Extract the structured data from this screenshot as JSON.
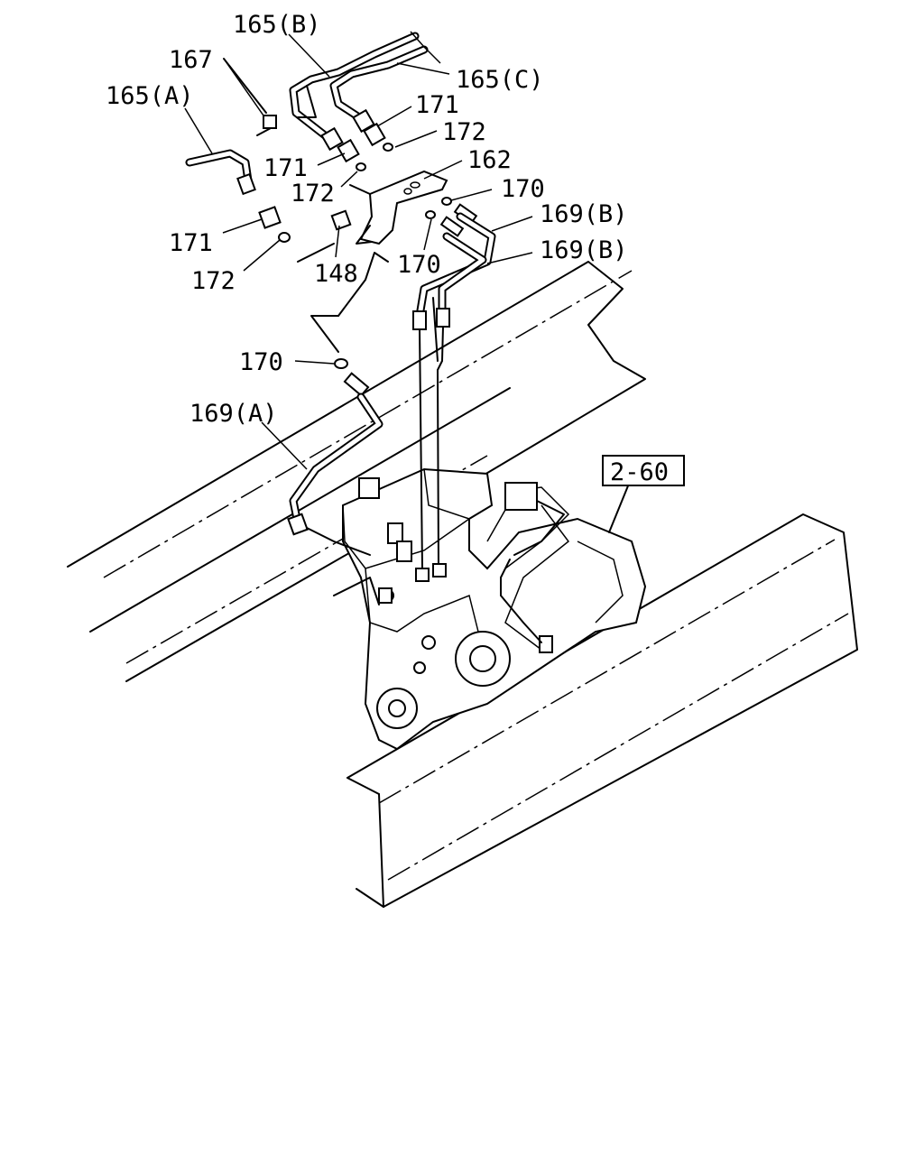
{
  "labels": {
    "p165b": "165(B)",
    "p167": "167",
    "p165c": "165(C)",
    "p165a": "165(A)",
    "p171_top": "171",
    "p172_top": "172",
    "p171_mid": "171",
    "p162": "162",
    "p172_mid": "172",
    "p170_top": "170",
    "p169b_1": "169(B)",
    "p169b_2": "169(B)",
    "p171_left": "171",
    "p148": "148",
    "p170_mid": "170",
    "p172_left": "172",
    "p170_left": "170",
    "p169a": "169(A)",
    "ref_260": "2-60"
  }
}
